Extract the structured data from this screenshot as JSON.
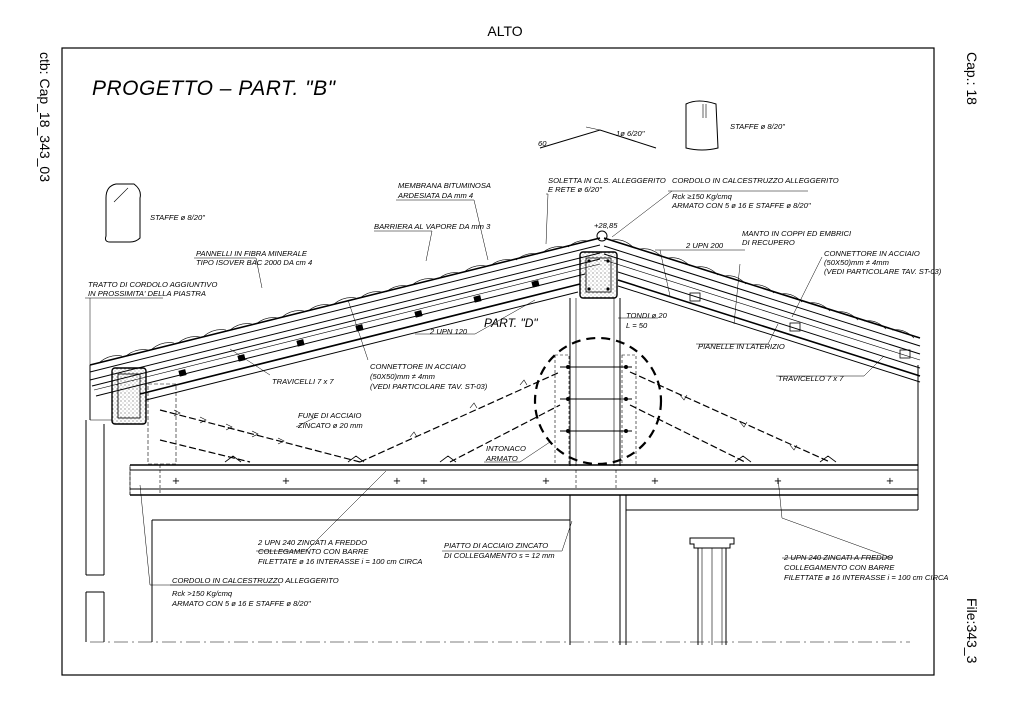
{
  "margins": {
    "top": "ALTO",
    "left": "ctb: Cap_18_343_03",
    "right_top": "Cap.: 18",
    "right_bottom": "File:343_3"
  },
  "title": "PROGETTO – PART. \"B\"",
  "detail_label": "PART. \"D\"",
  "labels": {
    "staffe_top": "STAFFE ø 8/20\"",
    "staffe_left": "STAFFE ø 8/20\"",
    "bend_60": "60",
    "bend_spec": "1ø 6/20\"",
    "membrana_1": "MEMBRANA BITUMINOSA",
    "membrana_2": "ARDESIATA DA mm 4",
    "soletta_1": "SOLETTA IN CLS. ALLEGGERITO",
    "soletta_2": "E RETE ø 6/20\"",
    "cordolo_top_1": "CORDOLO IN CALCESTRUZZO ALLEGGERITO",
    "cordolo_top_2": "Rck ≥150 Kg/cmq",
    "cordolo_top_3": "ARMATO CON 5 ø 16 E STAFFE ø 8/20\"",
    "quota": "+28,85",
    "barriera": "BARRIERA AL VAPORE DA mm 3",
    "upn200": "2 UPN 200",
    "manto_1": "MANTO IN COPPI ED EMBRICI",
    "manto_2": "DI RECUPERO",
    "pannelli_1": "PANNELLI IN FIBRA MINERALE",
    "pannelli_2": "TIPO ISOVER BAC 2000 DA cm 4",
    "connettore_r_1": "CONNETTORE IN ACCIAIO",
    "connettore_r_2": "(50X50)mm ≠ 4mm",
    "connettore_r_3": "(VEDI PARTICOLARE TAV. ST-03)",
    "tratto_1": "TRATTO DI CORDOLO AGGIUNTIVO",
    "tratto_2": "IN PROSSIMITA' DELLA PIASTRA",
    "tondi_1": "TONDI ø 20",
    "tondi_2": "L = 50",
    "upn120": "2 UPN 120",
    "pianelle": "PIANELLE IN LATERIZIO",
    "connettore_l_1": "CONNETTORE IN ACCIAIO",
    "connettore_l_2": "(50X50)mm ≠ 4mm",
    "connettore_l_3": "(VEDI PARTICOLARE TAV. ST-03)",
    "travicelli": "TRAVICELLI 7 x 7",
    "travicello": "TRAVICELLO 7 x 7",
    "fune_1": "FUNE DI ACCIAIO",
    "fune_2": "ZINCATO ø 20 mm",
    "intonaco_1": "INTONACO",
    "intonaco_2": "ARMATO",
    "upn240_l_1": "2 UPN 240 ZINCATI A FREDDO",
    "upn240_l_2": "COLLEGAMENTO CON BARRE",
    "upn240_l_3": "FILETTATE ø 16 INTERASSE i = 100 cm CIRCA",
    "piatto_1": "PIATTO DI ACCIAIO ZINCATO",
    "piatto_2": "DI COLLEGAMENTO s = 12 mm",
    "upn240_r_1": "2 UPN 240 ZINCATI A FREDDO",
    "upn240_r_2": "COLLEGAMENTO CON BARRE",
    "upn240_r_3": "FILETTATE ø 16 INTERASSE i = 100 cm CIRCA",
    "cordolo_bot_1": "CORDOLO IN CALCESTRUZZO ALLEGGERITO",
    "cordolo_bot_2": "Rck >150 Kg/cmq",
    "cordolo_bot_3": "ARMATO CON 5 ø 16 E STAFFE ø 8/20\""
  }
}
